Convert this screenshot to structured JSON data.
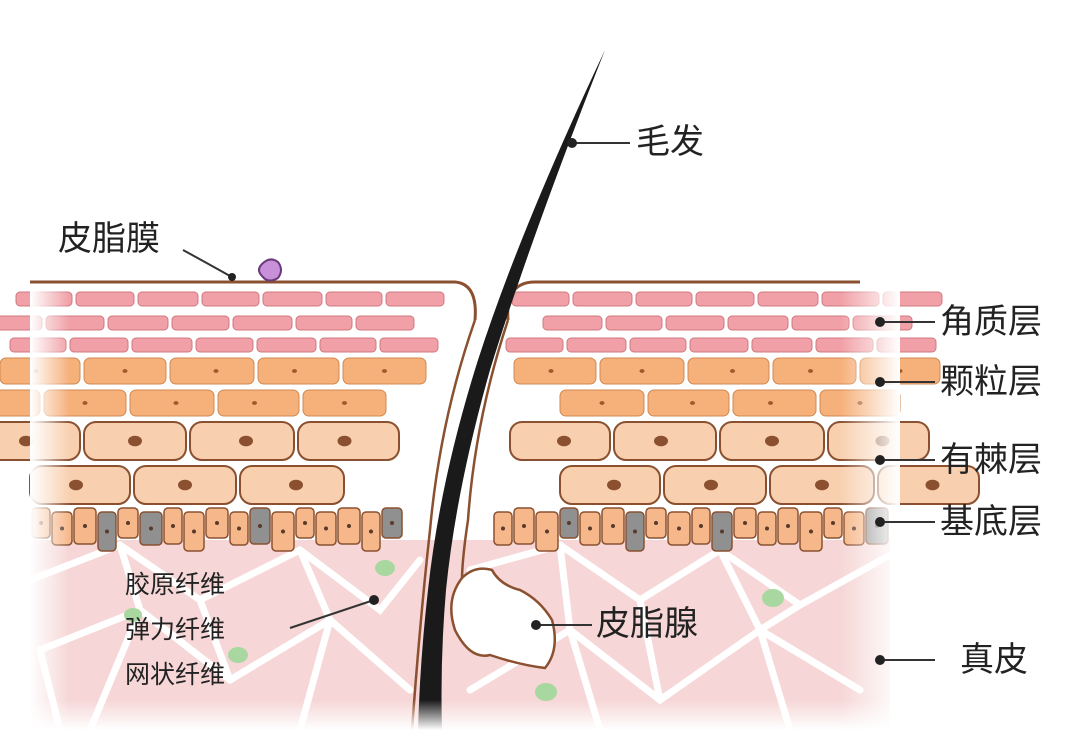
{
  "labels": {
    "hair": "毛发",
    "sebum_film": "皮脂膜",
    "stratum_corneum": "角质层",
    "stratum_granulosum": "颗粒层",
    "stratum_spinosum": "有棘层",
    "stratum_basale": "基底层",
    "dermis": "真皮",
    "sebaceous_gland": "皮脂腺",
    "fibers": [
      "胶原纤维",
      "弹力纤维",
      "网状纤维"
    ]
  },
  "colors": {
    "corneum": "#f0a0a6",
    "granulosum": "#f6b07a",
    "spinosum": "#f8d0b0",
    "basale": "#f6b88a",
    "basal_dark": "#909090",
    "dermis": "#f6d6d6",
    "hair": "#1a1a1a",
    "outline": "#8a5030",
    "sebum_dot": "#c890d8",
    "fiber_dot": "#a8d8a0"
  }
}
